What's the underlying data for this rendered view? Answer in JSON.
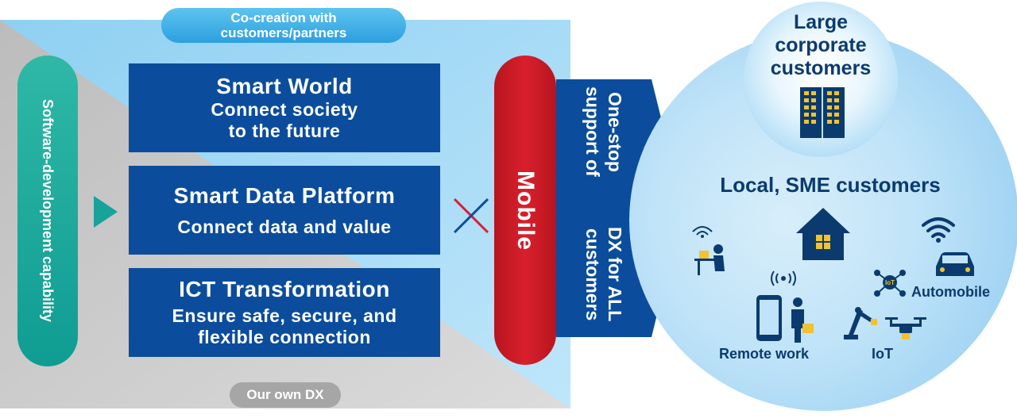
{
  "top_pill": {
    "line1": "Co-creation with",
    "line2": "customers/partners"
  },
  "bottom_pill": {
    "label": "Our own DX"
  },
  "software_pill": {
    "label": "Software-development capability"
  },
  "boxes": [
    {
      "title": "Smart World",
      "lines": [
        "Connect society",
        "to the future"
      ]
    },
    {
      "title": "Smart Data Platform",
      "lines": [
        "Connect data and value"
      ]
    },
    {
      "title": "ICT Transformation",
      "lines": [
        "Ensure safe, secure, and",
        "flexible connection"
      ]
    }
  ],
  "mobile": {
    "label": "Mobile"
  },
  "arrow": {
    "line1": "One-stop support of",
    "line2": "DX for ALL customers"
  },
  "large": {
    "line1": "Large",
    "line2": "corporate",
    "line3": "customers"
  },
  "local": {
    "title": "Local, SME customers"
  },
  "labels": {
    "automobile": "Automobile",
    "remote": "Remote work",
    "iot": "IoT",
    "iot_badge": "IoT"
  },
  "icons": [
    "building-icon",
    "house-icon",
    "wifi-icon",
    "car-icon",
    "remote-worker-icon",
    "smartphone-icon",
    "person-icon",
    "robot-arm-icon",
    "drone-icon",
    "iot-node-icon",
    "signal-icon"
  ],
  "colors": {
    "navy": "#0b4d9c",
    "teal": "#17a39a",
    "red": "#d8202c",
    "sky": "#2d9fe0",
    "dark_text": "#0b3b6e"
  }
}
